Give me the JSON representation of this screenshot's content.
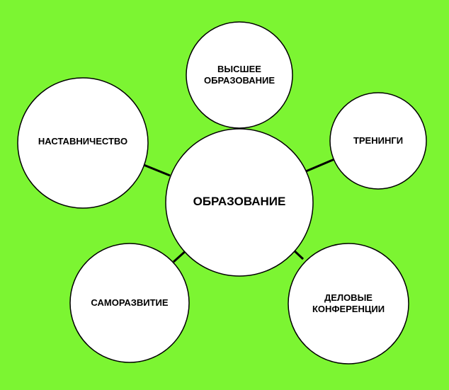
{
  "diagram": {
    "colors": {
      "background": "#7cf532",
      "node_fill": "#ffffff",
      "node_stroke": "#000000",
      "connector": "#000000"
    },
    "center": {
      "label": "ОБРАЗОВАНИЕ"
    },
    "nodes": [
      {
        "id": "higher-education",
        "label": "ВЫСШЕЕ\nОБРАЗОВАНИЕ"
      },
      {
        "id": "trainings",
        "label": "ТРЕНИНГИ"
      },
      {
        "id": "conferences",
        "label": "ДЕЛОВЫЕ\nКОНФЕРЕНЦИИ"
      },
      {
        "id": "self-development",
        "label": "САМОРАЗВИТИЕ"
      },
      {
        "id": "mentoring",
        "label": "НАСТАВНИЧЕСТВО"
      }
    ]
  }
}
